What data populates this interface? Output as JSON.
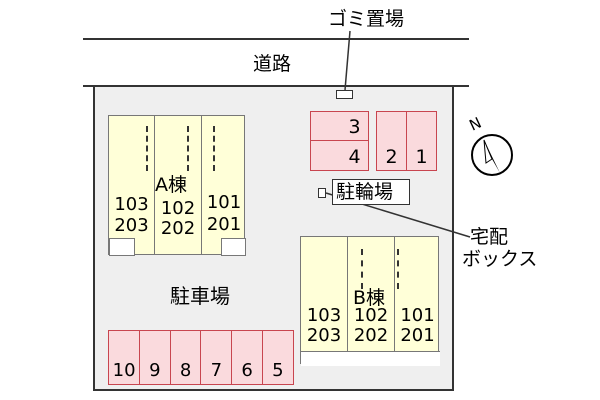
{
  "map": {
    "road_label": "道路",
    "garbage_label": "ゴミ置場",
    "bike_parking_label": "駐輪場",
    "car_parking_label": "駐車場",
    "delivery_box_label_line1": "宅配",
    "delivery_box_label_line2": "ボックス",
    "compass_letter": "N",
    "building_a": {
      "name": "A棟",
      "units": [
        {
          "upper": "103",
          "lower": "203"
        },
        {
          "upper": "102",
          "lower": "202"
        },
        {
          "upper": "101",
          "lower": "201"
        }
      ]
    },
    "building_b": {
      "name": "B棟",
      "units": [
        {
          "upper": "103",
          "lower": "203"
        },
        {
          "upper": "102",
          "lower": "202"
        },
        {
          "upper": "101",
          "lower": "201"
        }
      ]
    },
    "bike_slots": [
      "3",
      "4",
      "2",
      "1"
    ],
    "parking_spaces": [
      "10",
      "9",
      "8",
      "7",
      "6",
      "5"
    ],
    "colors": {
      "building_fill": "#ffffd8",
      "lot_fill": "#efefef",
      "slot_fill": "#fadadd",
      "slot_border": "#c8454f"
    }
  }
}
